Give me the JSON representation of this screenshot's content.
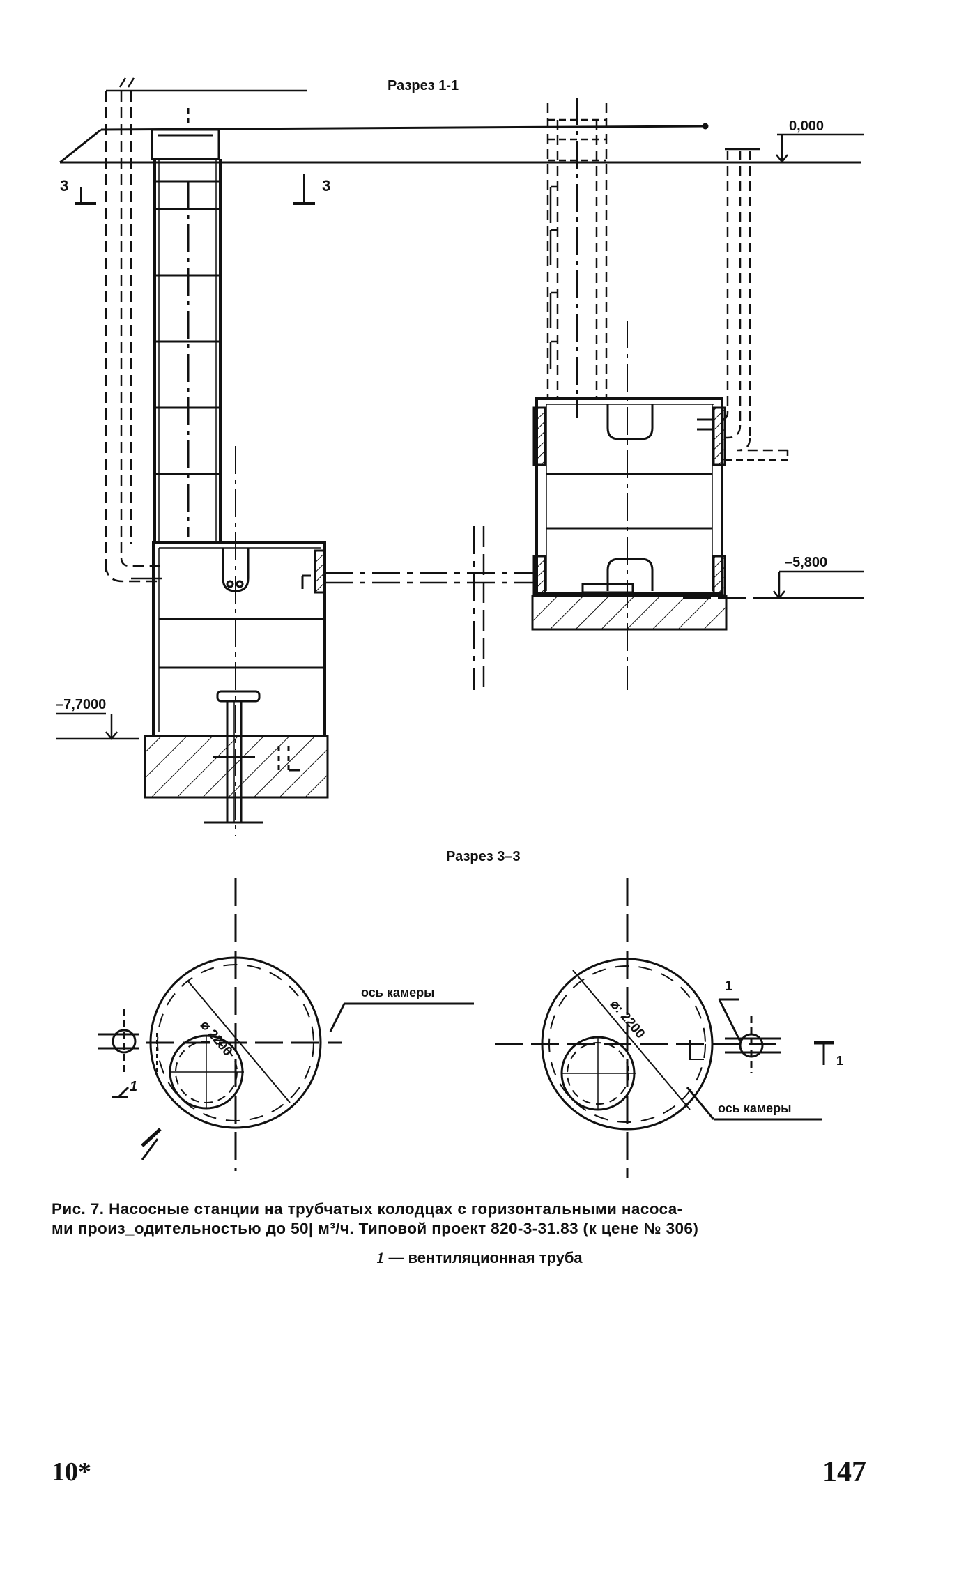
{
  "section_1_1": {
    "title": "Разрез 1-1"
  },
  "section_3_3": {
    "title": "Разрез 3–3"
  },
  "levels": {
    "ground": "0,000",
    "right_bottom": "–5,800",
    "left_bottom": "–7,7000"
  },
  "section_marks": {
    "left": "3",
    "right": "3"
  },
  "plan_left": {
    "diameter": "⌀ 2200",
    "axis_label": "ось камеры",
    "callout": "1"
  },
  "plan_right": {
    "diameter": "⌀: 2200",
    "axis_label": "ось камеры",
    "callout_top": "1",
    "callout_side": "1"
  },
  "caption": {
    "line1": "Рис. 7. Насосные станции на трубчатых колодцах с горизонтальными насоса-",
    "line2": "ми произ_одительностью до 50| м³/ч. Типовой проект 820-3-31.83 (к цене № 306)"
  },
  "legend": {
    "num": "1",
    "text": " — вентиляционная труба"
  },
  "footer": {
    "left": "10*",
    "page_number": "147"
  }
}
